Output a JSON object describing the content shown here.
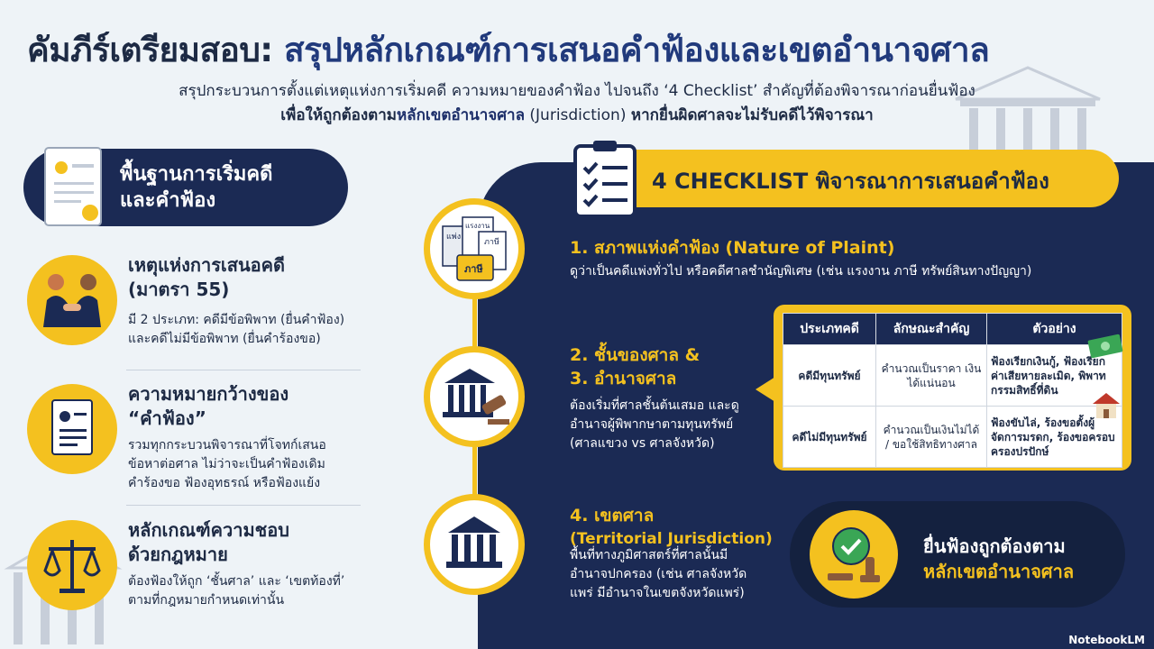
{
  "header": {
    "title_part1": "คัมภีร์เตรียมสอบ:",
    "title_part2": "สรุปหลักเกณฑ์การเสนอคำฟ้องและเขตอำนาจศาล",
    "subtitle_line1": "สรุปกระบวนการตั้งแต่เหตุแห่งการเริ่มคดี ความหมายของคำฟ้อง ไปจนถึง ‘4 Checklist’ สำคัญที่ต้องพิจารณาก่อนยื่นฟ้อง",
    "subtitle_line2_a": "เพื่อให้ถูกต้องตาม",
    "subtitle_line2_b": "หลักเขตอำนาจศาล",
    "subtitle_line2_c": " (Jurisdiction) ",
    "subtitle_line2_d": "หากยื่นผิดศาลจะไม่รับคดีไว้พิจารณา"
  },
  "left": {
    "heading_line1": "พื้นฐานการเริ่มคดี",
    "heading_line2": "และคำฟ้อง",
    "sections": [
      {
        "title_line1": "เหตุแห่งการเสนอคดี",
        "title_line2": "(มาตรา 55)",
        "body_line1": "มี 2 ประเภท: คดีมีข้อพิพาท (ยื่นคำฟ้อง)",
        "body_line2": "และคดีไม่มีข้อพิพาท (ยื่นคำร้องขอ)",
        "icon": "handshake-icon"
      },
      {
        "title_line1": "ความหมายกว้างของ",
        "title_line2": "“คำฟ้อง”",
        "body_line1": "รวมทุกกระบวนพิจารณาที่โจทก์เสนอ",
        "body_line2": "ข้อหาต่อศาล ไม่ว่าจะเป็นคำฟ้องเดิม",
        "body_line3": "คำร้องขอ ฟ้องอุทธรณ์ หรือฟ้องแย้ง",
        "icon": "document-icon"
      },
      {
        "title_line1": "หลักเกณฑ์ความชอบ",
        "title_line2": "ด้วยกฎหมาย",
        "body_line1": "ต้องฟ้องให้ถูก ‘ชั้นศาล’ และ ‘เขตท้องที่’",
        "body_line2": "ตามที่กฎหมายกำหนดเท่านั้น",
        "icon": "scales-icon"
      }
    ]
  },
  "right": {
    "banner": "4 CHECKLIST พิจารณาการเสนอคำฟ้อง",
    "items": [
      {
        "title": "1. สภาพแห่งคำฟ้อง (Nature of Plaint)",
        "body": "ดูว่าเป็นคดีแพ่งทั่วไป หรือคดีศาลชำนัญพิเศษ (เช่น แรงงาน ภาษี ทรัพย์สินทางปัญญา)",
        "doc_labels": [
          "แพ่ง",
          "แรงงาน",
          "ภาษี",
          "ภาษี"
        ]
      },
      {
        "title_line1": "2. ชั้นของศาล &",
        "title_line2": "3. อำนาจศาล",
        "body_line1": "ต้องเริ่มที่ศาลชั้นต้นเสมอ และดู",
        "body_line2": "อำนาจผู้พิพากษาตามทุนทรัพย์",
        "body_line3": "(ศาลแขวง vs ศาลจังหวัด)"
      },
      {
        "title_line1": "4. เขตศาล",
        "title_line2": "(Territorial Jurisdiction)",
        "body_line1": "พื้นที่ทางภูมิศาสตร์ที่ศาลนั้นมี",
        "body_line2": "อำนาจปกครอง (เช่น ศาลจังหวัด",
        "body_line3": "แพร่ มีอำนาจในเขตจังหวัดแพร่)"
      }
    ],
    "table": {
      "headers": [
        "ประเภทคดี",
        "ลักษณะสำคัญ",
        "ตัวอย่าง"
      ],
      "rows": [
        [
          "คดีมีทุนทรัพย์",
          "คำนวณเป็นราคา เงินได้แน่นอน",
          "ฟ้องเรียกเงินกู้, ฟ้องเรียกค่าเสียหายละเมิด, พิพาทกรรมสิทธิ์ที่ดิน"
        ],
        [
          "คดีไม่มีทุนทรัพย์",
          "คำนวณเป็นเงินไม่ได้ / ขอใช้สิทธิทางศาล",
          "ฟ้องขับไล่, ร้องขอตั้งผู้จัดการมรดก, ร้องขอครอบครองปรปักษ์"
        ]
      ]
    },
    "final_line1": "ยื่นฟ้องถูกต้องตาม",
    "final_line2": "หลักเขตอำนาจศาล"
  },
  "brand": "NotebookLM",
  "colors": {
    "navy": "#1b2a54",
    "yellow": "#f4c11f",
    "background": "#eef3f7"
  }
}
